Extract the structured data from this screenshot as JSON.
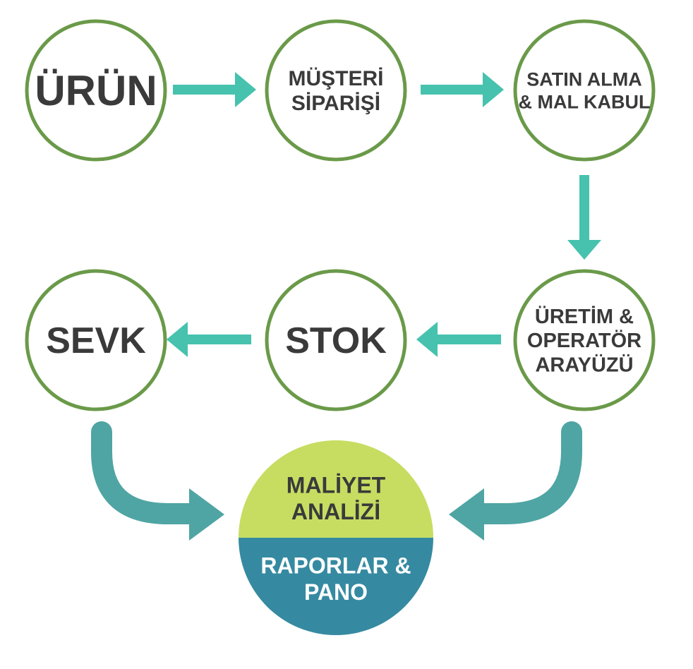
{
  "colors": {
    "circle_stroke": "#6a9a49",
    "arrow_teal": "#46c2ae",
    "curved_arrow": "#4fa5a3",
    "result_top": "#c6dd62",
    "result_bottom": "#358aa1",
    "text_dark": "#3a3a3a",
    "text_light": "#ffffff"
  },
  "nodes": {
    "urun": {
      "lines": [
        "ÜRÜN"
      ]
    },
    "musteri_siparisi": {
      "lines": [
        "MÜŞTERİ",
        "SİPARİŞİ"
      ]
    },
    "satin_alma": {
      "lines": [
        "SATIN ALMA",
        "& MAL KABUL"
      ]
    },
    "uretim": {
      "lines": [
        "ÜRETİM &",
        "OPERATÖR",
        "ARAYÜZÜ"
      ]
    },
    "stok": {
      "lines": [
        "STOK"
      ]
    },
    "sevk": {
      "lines": [
        "SEVK"
      ]
    }
  },
  "result": {
    "top_lines": [
      "MALİYET",
      "ANALİZİ"
    ],
    "bottom_lines": [
      "RAPORLAR &",
      "PANO"
    ]
  }
}
